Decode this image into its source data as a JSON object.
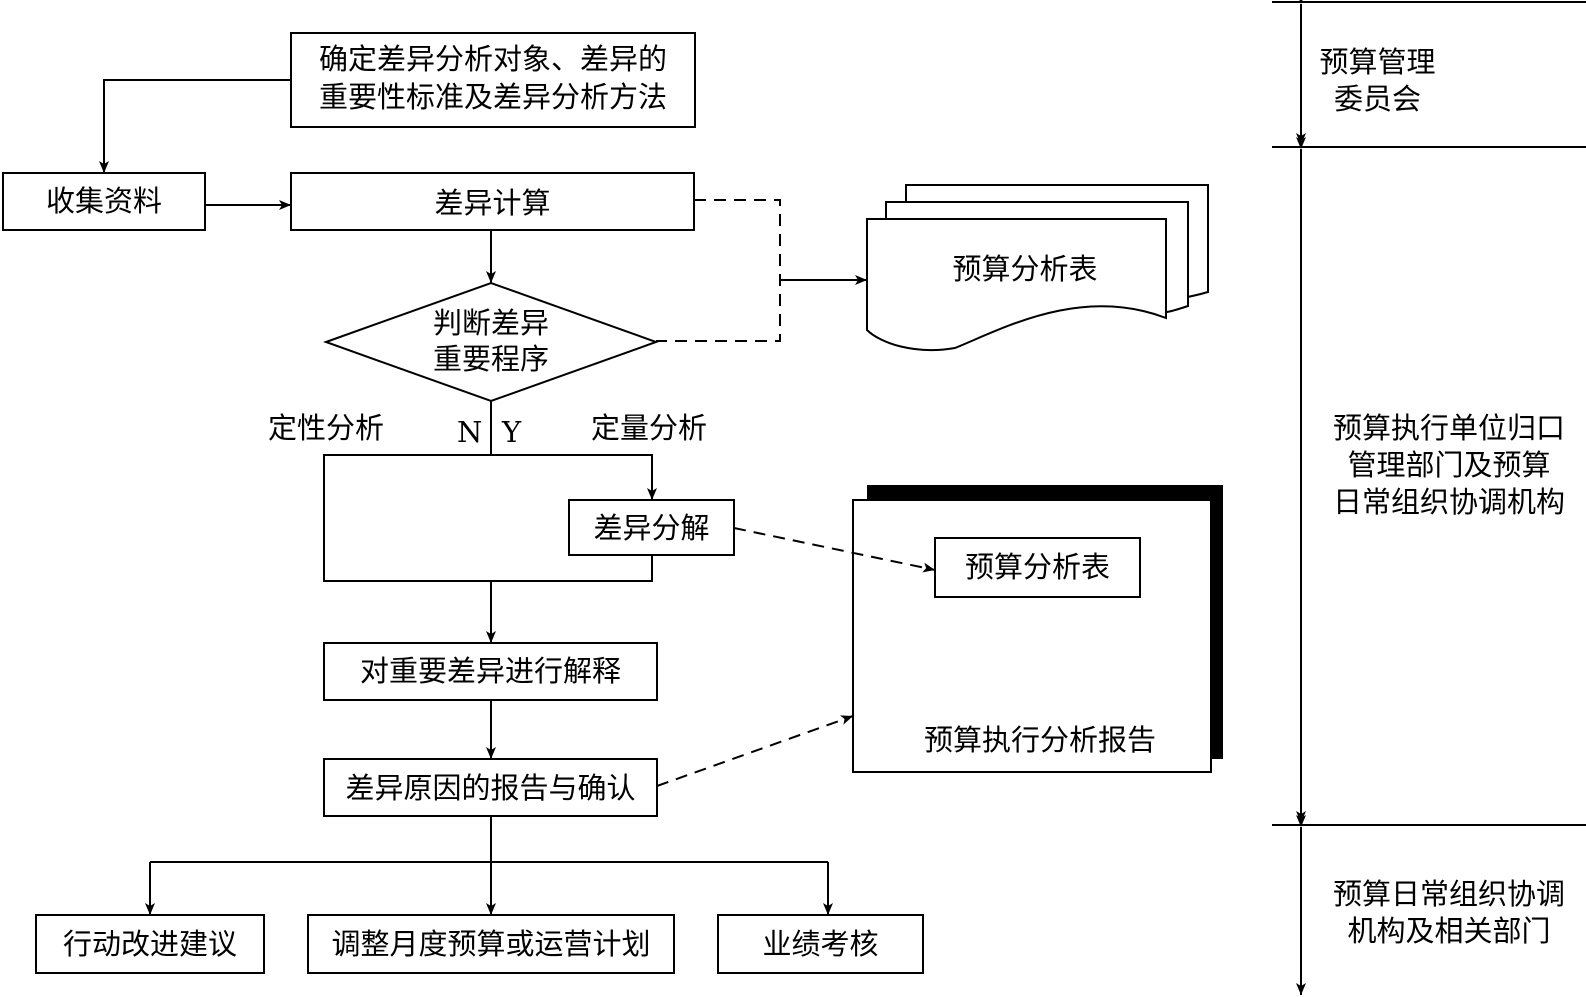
{
  "steps": {
    "determine": [
      "确定差异分析对象、差异的",
      "重要性标准及差异分析方法"
    ],
    "collect": "收集资料",
    "calculate": "差异计算",
    "judge": [
      "判断差异",
      "重要程序"
    ],
    "qualitative": "定性分析",
    "quantitative": "定量分析",
    "branch_n": "N",
    "branch_y": "Y",
    "decompose": "差异分解",
    "explain": "对重要差异进行解释",
    "report_confirm": "差异原因的报告与确认",
    "action": "行动改进建议",
    "adjust": "调整月度预算或运营计划",
    "performance": "业绩考核"
  },
  "documents": {
    "analysis_sheet_stack": "预算分析表",
    "analysis_sheet_inner": "预算分析表",
    "execution_report": "预算执行分析报告"
  },
  "roles": {
    "committee": [
      "预算管理",
      "委员会"
    ],
    "execution_units": [
      "预算执行单位归口",
      "管理部门及预算",
      "日常组织协调机构"
    ],
    "coordination": [
      "预算日常组织协调",
      "机构及相关部门"
    ]
  }
}
